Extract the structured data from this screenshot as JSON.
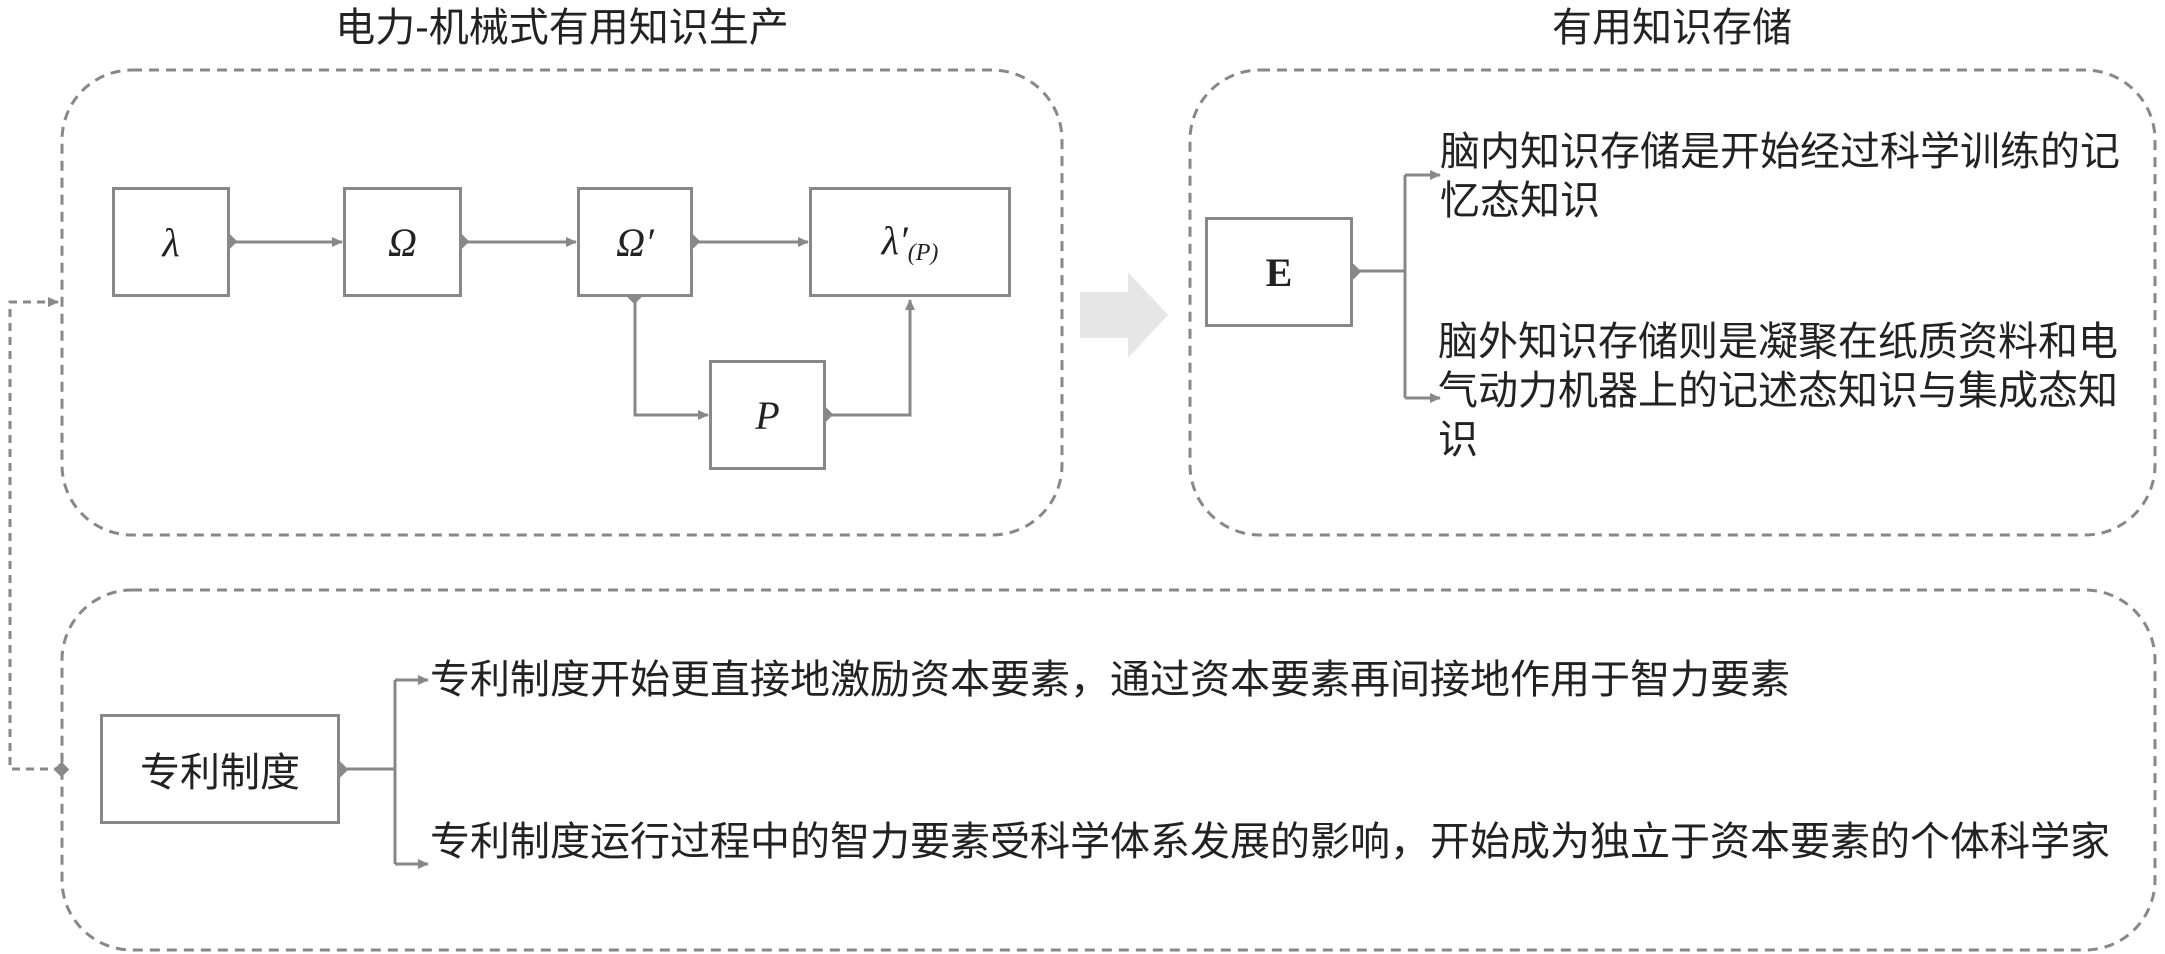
{
  "production": {
    "title": "电力-机械式有用知识生产",
    "nodes": {
      "lambda": "λ",
      "omega": "Ω",
      "omega_prime": "Ω′",
      "lambda_prime": "λ′",
      "lambda_prime_sub": "(P)",
      "p": "P"
    }
  },
  "storage": {
    "title": "有用知识存储",
    "node_e": "E",
    "items": [
      "脑内知识存储是开始经过科学训练的记忆态知识",
      "脑外知识存储则是凝聚在纸质资料和电气动力机器上的记述态知识与集成态知识"
    ]
  },
  "patent": {
    "node": "专利制度",
    "items": [
      "专利制度开始更直接地激励资本要素，通过资本要素再间接地作用于智力要素",
      "专利制度运行过程中的智力要素受科学体系发展的影响，开始成为独立于资本要素的个体科学家"
    ]
  },
  "colors": {
    "line": "#888888",
    "dashed_border": "#888888",
    "big_arrow": "#e6e6e6",
    "text": "#222222"
  }
}
